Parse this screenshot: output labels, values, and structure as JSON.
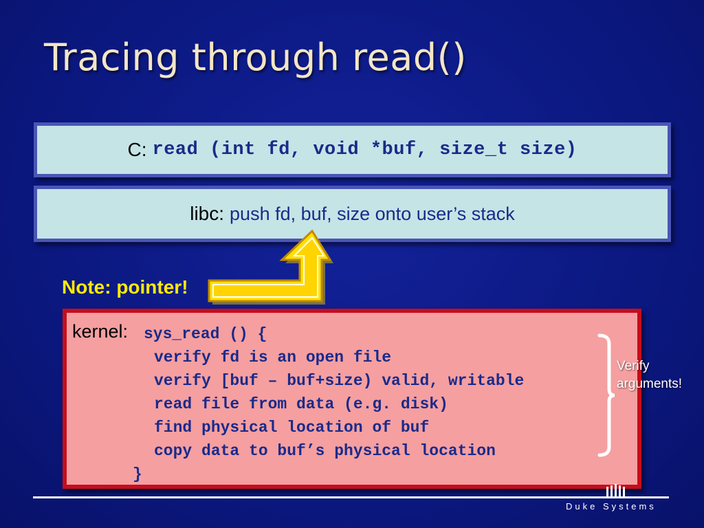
{
  "slide": {
    "title": "Tracing through read()"
  },
  "c_box": {
    "label": "C:",
    "code": "read (int fd, void *buf, size_t size)"
  },
  "libc_box": {
    "label": "libc:",
    "text": "push fd, buf, size onto user’s stack"
  },
  "note": {
    "text": "Note: pointer!"
  },
  "kernel_box": {
    "label": "kernel:",
    "header": "sys_read () {",
    "lines": [
      "verify fd is an open file",
      "verify [buf – buf+size) valid, writable",
      "read file from data (e.g. disk)",
      "find physical location of buf",
      "copy data to buf’s physical location"
    ],
    "closing": "}"
  },
  "annotation": {
    "line1": "Verify",
    "line2": "arguments!"
  },
  "footer": {
    "brand": "Duke Systems"
  },
  "colors": {
    "background": "#0c1a8a",
    "title": "#f3e6c6",
    "box_fill": "#c5e4e6",
    "box_border": "#4a55b6",
    "code_text": "#1a2a8a",
    "note_yellow": "#ffea00",
    "kernel_fill": "#f59fa0",
    "kernel_border": "#c60d1c"
  },
  "icons": {
    "arrow": "yellow-up-arrow-icon",
    "bracket": "right-bracket-icon",
    "logo": "duke-chapel-logo-icon"
  }
}
